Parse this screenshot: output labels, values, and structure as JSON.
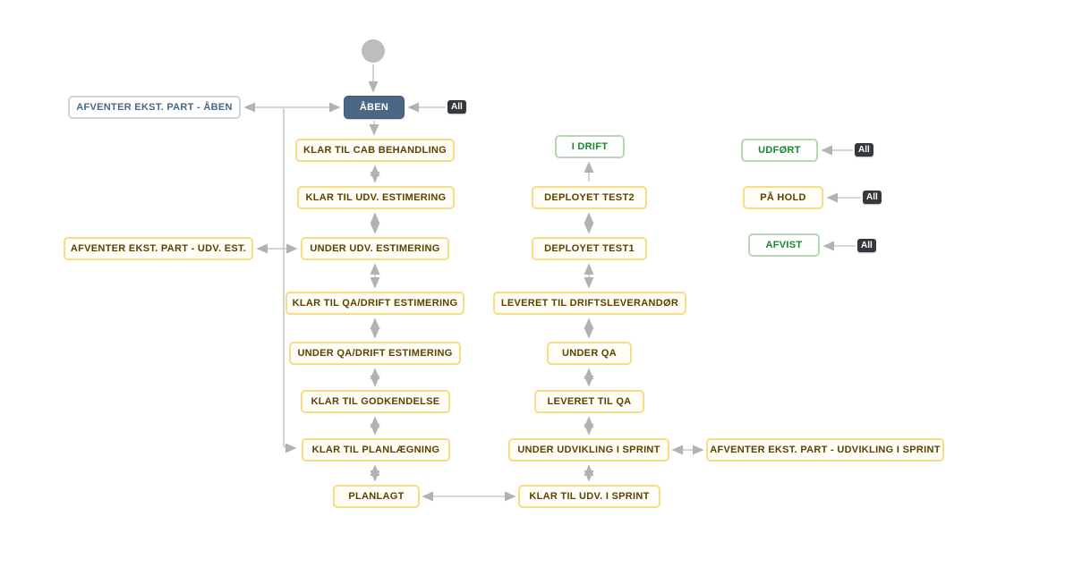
{
  "diagram": {
    "kind": "jira-workflow",
    "all_transition_label": "All",
    "colors": {
      "background": "#ffffff",
      "open_status_bg": "#4a6785",
      "open_status_text": "#ffffff",
      "in_progress_border": "#f7dc84",
      "in_progress_text": "#594300",
      "done_border": "#b4d7b4",
      "done_text": "#14892c",
      "open_outline_border": "#cdd5de",
      "open_outline_text": "#4a6785",
      "all_badge_bg": "#35393d",
      "all_badge_text": "#ffffff",
      "connector_line": "#c8c8c8",
      "connector_arrowhead": "#b2b2b2",
      "start_circle": "#bdbdbd"
    },
    "statuses": {
      "afventer_ekst_part_aaben": {
        "label": "AFVENTER EKST. PART - ÅBEN"
      },
      "aaben": {
        "label": "ÅBEN"
      },
      "klar_til_cab_behandling": {
        "label": "KLAR TIL CAB BEHANDLING"
      },
      "klar_til_udv_estimering": {
        "label": "KLAR TIL UDV. ESTIMERING"
      },
      "under_udv_estimering": {
        "label": "UNDER UDV. ESTIMERING"
      },
      "afventer_ekst_part_udv_est": {
        "label": "AFVENTER EKST. PART - UDV. EST."
      },
      "klar_til_qa_drift_estimering": {
        "label": "KLAR TIL QA/DRIFT ESTIMERING"
      },
      "under_qa_drift_estimering": {
        "label": "UNDER QA/DRIFT ESTIMERING"
      },
      "klar_til_godkendelse": {
        "label": "KLAR TIL GODKENDELSE"
      },
      "klar_til_planlaegning": {
        "label": "KLAR TIL PLANLÆGNING"
      },
      "planlagt": {
        "label": "PLANLAGT"
      },
      "i_drift": {
        "label": "I DRIFT"
      },
      "deployet_test2": {
        "label": "DEPLOYET TEST2"
      },
      "deployet_test1": {
        "label": "DEPLOYET TEST1"
      },
      "leveret_til_driftsleverandoer": {
        "label": "LEVERET TIL DRIFTSLEVERANDØR"
      },
      "under_qa": {
        "label": "UNDER QA"
      },
      "leveret_til_qa": {
        "label": "LEVERET TIL QA"
      },
      "under_udvikling_i_sprint": {
        "label": "UNDER UDVIKLING I SPRINT"
      },
      "klar_til_udv_i_sprint": {
        "label": "KLAR TIL UDV. I SPRINT"
      },
      "afventer_ekst_part_udvikling_i_sprint": {
        "label": "AFVENTER EKST. PART - UDVIKLING I SPRINT"
      },
      "udfoert": {
        "label": "UDFØRT"
      },
      "paa_hold": {
        "label": "PÅ HOLD"
      },
      "afvist": {
        "label": "AFVIST"
      }
    }
  }
}
